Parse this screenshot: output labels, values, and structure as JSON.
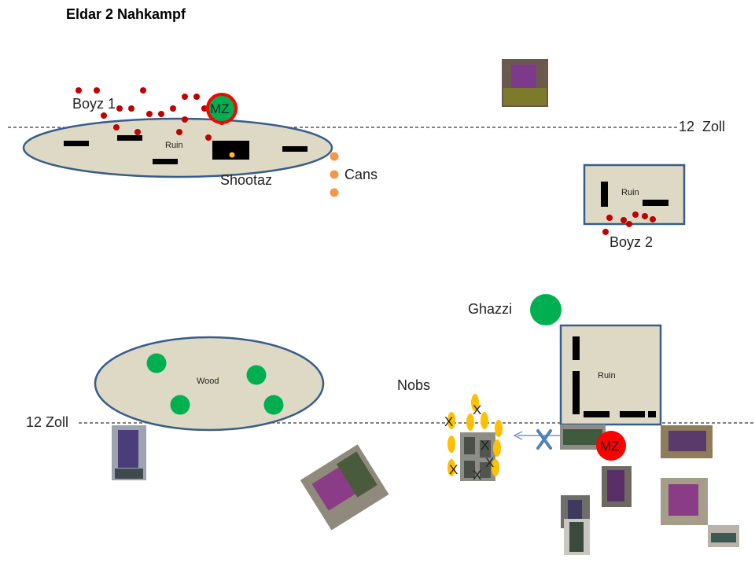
{
  "title": "Eldar 2 Nahkampf",
  "terrain": {
    "ruin_label": "Ruin",
    "wood_label": "Wood"
  },
  "markers": {
    "zone_line_label": "12  Zoll",
    "zone_line_label_bottom": "12 Zoll",
    "objective_label": "MZ"
  },
  "units": {
    "boyz1": "Boyz 1",
    "shootaz": "Shootaz",
    "cans": "Cans",
    "boyz2": "Boyz 2",
    "ghazzi": "Ghazzi",
    "nobs": "Nobs"
  },
  "casualty_mark": "X",
  "colors": {
    "terrain_fill": "#ddd9c4",
    "terrain_stroke": "#385d8a",
    "ork_red": "#c00000",
    "objective_red": "#ff0000",
    "eldar_green": "#00b050",
    "cans_orange": "#f79646",
    "nobs_yellow": "#ffc000",
    "arrow_blue": "#4f81bd"
  }
}
